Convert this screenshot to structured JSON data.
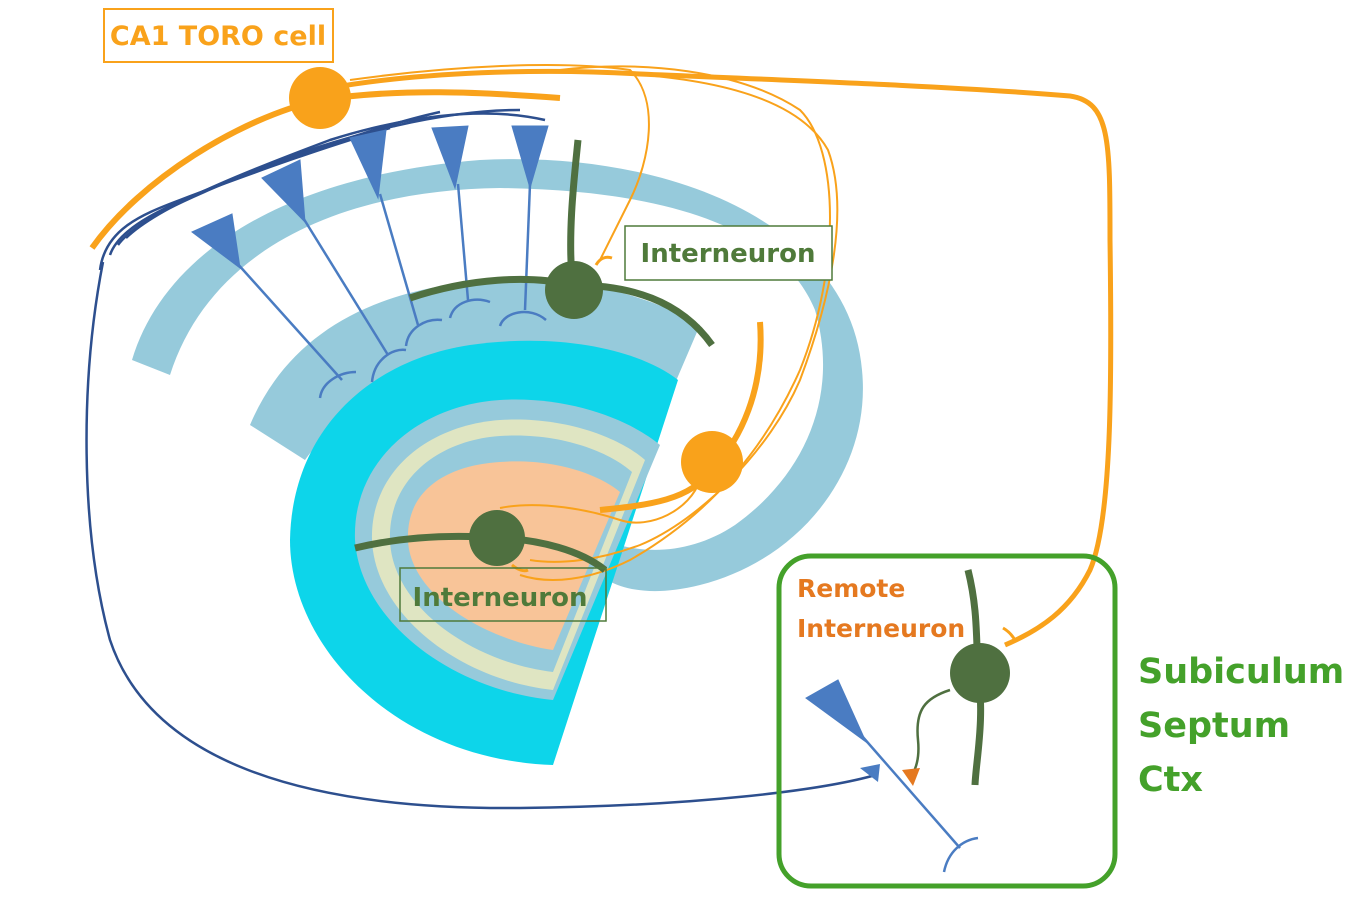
{
  "labels": {
    "toro_cell": "CA1 TORO cell",
    "interneuron_top": "Interneuron",
    "interneuron_bottom": "Interneuron",
    "remote_interneuron_line1": "Remote",
    "remote_interneuron_line2": "Interneuron",
    "region_line1": "Subiculum",
    "region_line2": "Septum",
    "region_line3": "Ctx"
  },
  "colors": {
    "orange_axon": "#f9a21b",
    "orange_label": "#e57920",
    "blue_neuron": "#4a7cc2",
    "blue_axon": "#2d4f8e",
    "green_interneuron": "#4f7040",
    "green_label": "#4f7a3a",
    "green_box": "#44a12a",
    "ring_light_blue": "#96cadb",
    "ring_cyan": "#0dd5ea",
    "ring_pale_yellow": "#dfe5c2",
    "ring_peach": "#f8c498"
  }
}
